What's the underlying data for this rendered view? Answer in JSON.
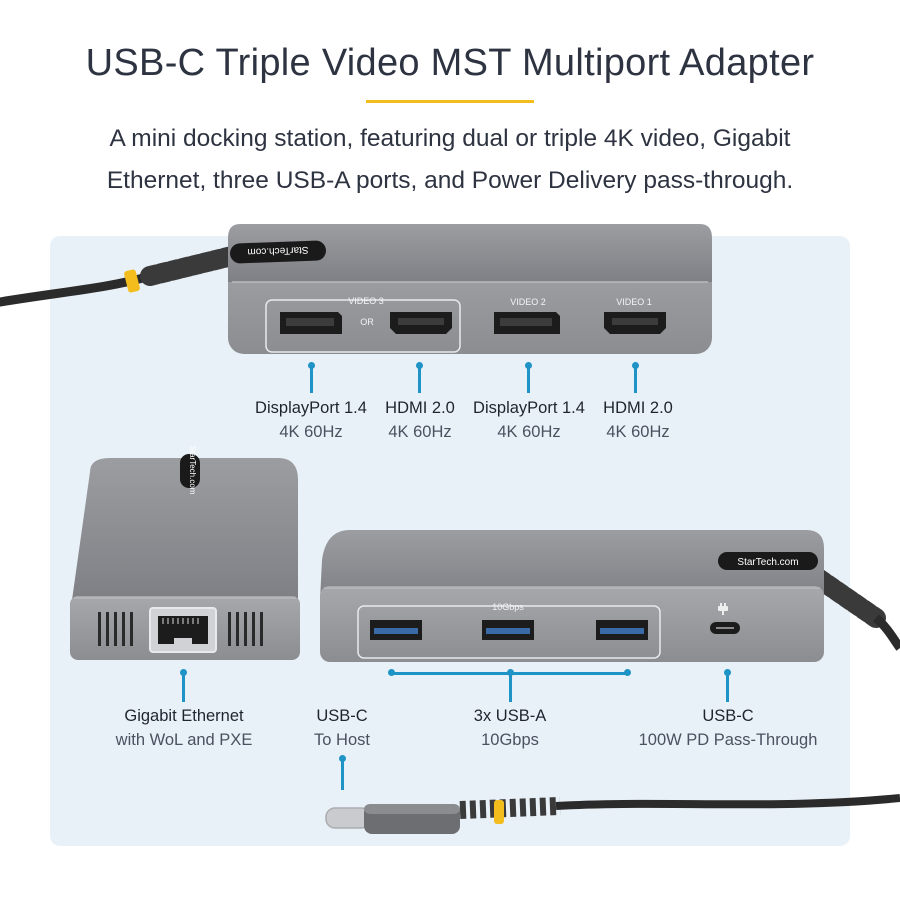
{
  "header": {
    "title": "USB-C Triple Video MST Multiport Adapter",
    "subtitle_line1": "A mini docking station, featuring dual or triple 4K video, Gigabit",
    "subtitle_line2": "Ethernet, three USB-A ports, and Power Delivery pass-through."
  },
  "brand": {
    "logo_text": "StarTech.com"
  },
  "video_panel": {
    "group_label_video3": "VIDEO 3",
    "or_label": "OR",
    "port_label_video2": "VIDEO 2",
    "port_label_video1": "VIDEO 1"
  },
  "callouts_top": [
    {
      "name": "DisplayPort 1.4",
      "spec": "4K 60Hz"
    },
    {
      "name": "HDMI 2.0",
      "spec": "4K 60Hz"
    },
    {
      "name": "DisplayPort 1.4",
      "spec": "4K 60Hz"
    },
    {
      "name": "HDMI 2.0",
      "spec": "4K 60Hz"
    }
  ],
  "usb_panel": {
    "speed_label": "10Gbps"
  },
  "callouts_bottom": [
    {
      "name": "Gigabit Ethernet",
      "spec": "with WoL and PXE"
    },
    {
      "name": "USB-C",
      "spec": "To Host"
    },
    {
      "name": "3x USB-A",
      "spec": "10Gbps"
    },
    {
      "name": "USB-C",
      "spec": "100W PD Pass-Through"
    }
  ],
  "colors": {
    "accent": "#f2bd1d",
    "callout_line": "#1e93c6",
    "panel_bg": "#e9f1f8",
    "device_body": "#8d8f93",
    "text": "#2d3340"
  }
}
